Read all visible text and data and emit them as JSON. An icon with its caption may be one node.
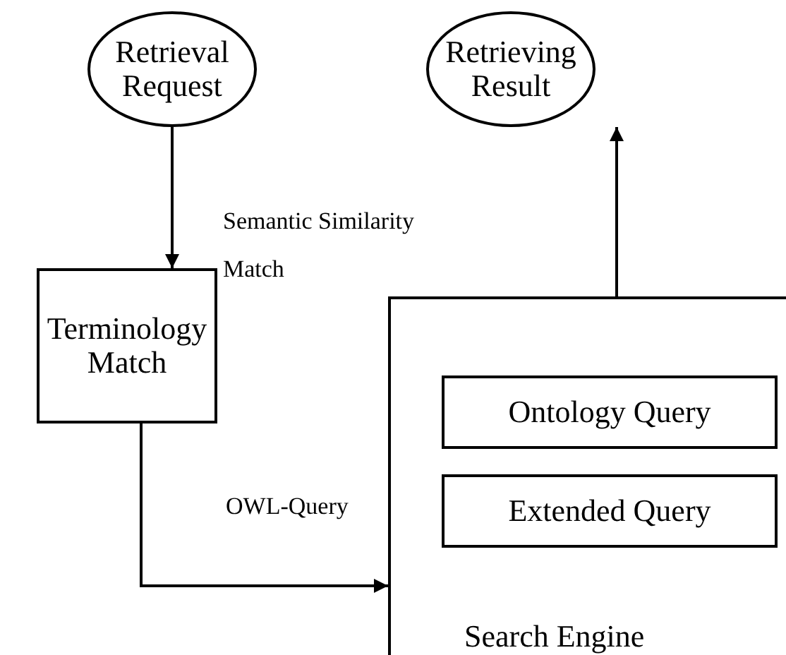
{
  "diagram": {
    "nodes": [
      {
        "text": [
          "Retrieval Request"
        ]
      },
      {
        "text": [
          "Retrieving Result"
        ]
      },
      {
        "text": [
          "Terminology Match"
        ]
      },
      {
        "text": [
          "Search Engine"
        ]
      },
      {
        "text": [
          "Ontology Query"
        ],
        "in": 3
      },
      {
        "text": [
          "Extended Query"
        ],
        "in": 3
      }
    ],
    "edges": [
      {
        "from": 0,
        "to": 2,
        "arrow": "to",
        "label": "Semantic Similarity Match"
      },
      {
        "from": 2,
        "to": 3,
        "arrow": "to",
        "label": "OWL-Query"
      },
      {
        "from": 3,
        "to": 1,
        "arrow": "to"
      }
    ]
  }
}
